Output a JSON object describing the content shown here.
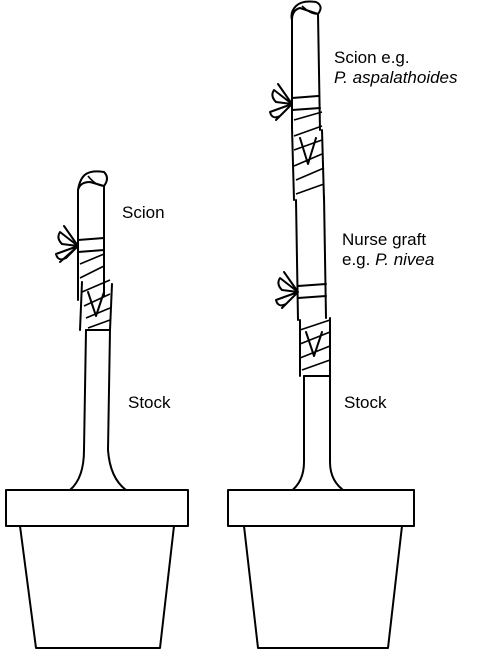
{
  "left_plant": {
    "scion_label": "Scion",
    "stock_label": "Stock"
  },
  "right_plant": {
    "scion_line1": "Scion e.g.",
    "scion_line2": "P. aspalathoides",
    "nurse_line1": "Nurse graft",
    "nurse_line2_prefix": "e.g. ",
    "nurse_line2_species": "P. nivea",
    "stock_label": "Stock"
  }
}
